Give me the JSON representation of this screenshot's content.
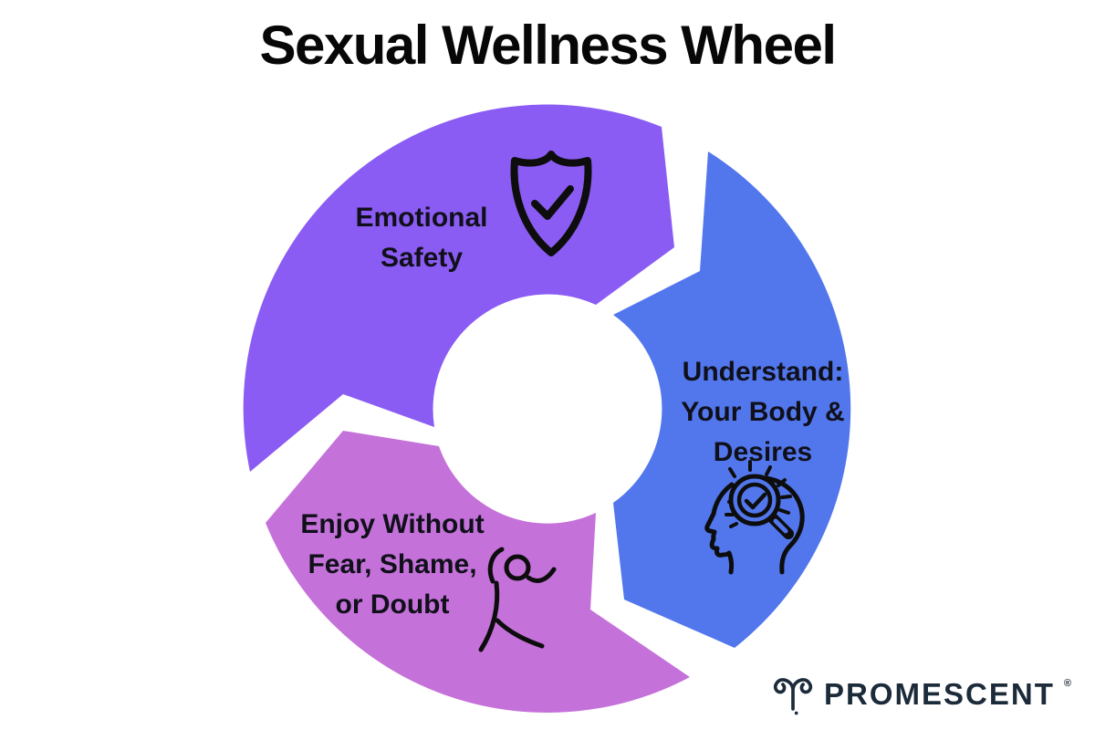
{
  "title": "Sexual Wellness Wheel",
  "wheel": {
    "type": "cycle-diagram",
    "flow": "clockwise",
    "segments": [
      {
        "id": "emotional-safety",
        "label": "Emotional\nSafety",
        "color": "#8B5CF3",
        "icon": "shield-check-icon",
        "position": "top-left"
      },
      {
        "id": "understand-your-body",
        "label": "Understand:\nYour Body &\nDesires",
        "color": "#5277ED",
        "icon": "head-magnifier-icon",
        "position": "right"
      },
      {
        "id": "enjoy-without-fear",
        "label": "Enjoy Without\nFear, Shame,\nor Doubt",
        "color": "#C571DA",
        "icon": "jumping-person-icon",
        "position": "bottom-left"
      }
    ]
  },
  "branding": {
    "logo_text": "PROMESCENT",
    "registered_mark": "®",
    "logo_color": "#1C2B3A",
    "logo_mark": "aries-ram-icon"
  },
  "colors": {
    "background": "#FFFFFF",
    "title_text": "#070707",
    "label_text": "#10101A",
    "icon_stroke": "#0D0D0D"
  }
}
